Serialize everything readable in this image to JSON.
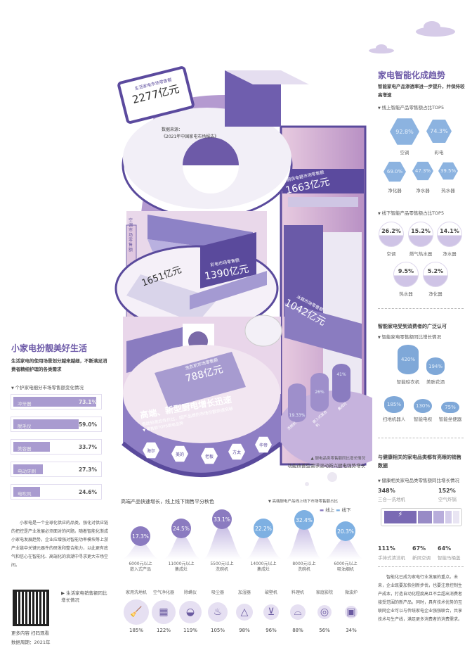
{
  "illustration": {
    "sign": {
      "label": "生活家电市场零售额",
      "value": "2277亿元"
    },
    "source": {
      "label": "数据来源：",
      "name": "《2021年中国家电市场报告》"
    },
    "ac": {
      "label": "空调市场零售额",
      "value": "1651亿元"
    },
    "tv": {
      "label": "彩电市场零售额",
      "value": "1390亿元"
    },
    "kitchen": {
      "label": "厨房电器市场零售额",
      "value": "1663亿元"
    },
    "fridge": {
      "label": "冰箱市场零售额",
      "value": "1042亿元"
    },
    "washer": {
      "label": "洗衣机市场零售额",
      "value": "788亿元"
    },
    "banner": {
      "title": "高端、新型厨电增长迅速",
      "subtitle": "借助较高的性价比，国产品牌的市场份额快速突破",
      "brands_title": "零售额TOP5厨电品牌",
      "brands": [
        "海尔",
        "美的",
        "老板",
        "方太",
        "华帝"
      ]
    },
    "kitchen_growth": {
      "items": [
        {
          "value": "19.33%",
          "label": "洗碗机"
        },
        {
          "value": "26%",
          "label": "嵌入式复合机"
        },
        {
          "value": "41%",
          "label": "集成灶"
        }
      ],
      "caption": "厨电品类零售额同比增长情况",
      "subcaption": "功能改善型需求驱动新兴厨电强势增长"
    }
  },
  "smart": {
    "title": "家电智能化成趋势",
    "subtitle": "智能家电产品渗透率进一步提升，并保持较高增速",
    "online_title": "线上智能产品零售额占比TOP5",
    "online": [
      {
        "value": "92.8%",
        "label": "空调"
      },
      {
        "value": "74.3%",
        "label": "彩电"
      },
      {
        "value": "69.0%",
        "label": "净化器"
      },
      {
        "value": "47.3%",
        "label": "净水器"
      },
      {
        "value": "39.5%",
        "label": "热水器"
      }
    ],
    "offline_title": "线下智能产品零售额占比TOP5",
    "offline": [
      {
        "value": "26.2%",
        "label": "空调"
      },
      {
        "value": "15.2%",
        "label": "燃气热水器"
      },
      {
        "value": "14.1%",
        "label": "净水器"
      },
      {
        "value": "9.5%",
        "label": "热水器"
      },
      {
        "value": "5.2%",
        "label": "净化器"
      }
    ],
    "recog_title": "智能家电受到消费者的广泛认可",
    "recog_sub": "智能家电零售额同比增长情况",
    "recog": [
      {
        "value": "420%",
        "label": "智能晾衣机"
      },
      {
        "value": "194%",
        "label": "美肤花洒"
      },
      {
        "value": "185%",
        "label": "扫地机器人"
      },
      {
        "value": "130%",
        "label": "智能电视"
      },
      {
        "value": "75%",
        "label": "智能坐便器"
      }
    ],
    "health_title": "与健康相关的家电品类都有亮眼的销售数据",
    "health_sub": "健康相关家电品类零售额同比增长情况",
    "health": [
      {
        "value": "348%",
        "label": "三合一洗地机"
      },
      {
        "value": "152%",
        "label": "空气炸锅"
      },
      {
        "value": "111%",
        "label": "手持式清洁机"
      },
      {
        "value": "67%",
        "label": "新风空调"
      },
      {
        "value": "64%",
        "label": "智能马桶盖"
      }
    ],
    "paragraph": "智能化已成为家电行业发展的重点。未来，企业既要加快创新步伐，也要注意控制生产成本，打造自动化程度高且不会超出消费者接受范围的新产品。同时，具有技术优势的互联网企业可以与传统家电企业强强联合，共享技术与生产线，满足更多消费者的消费需求。"
  },
  "small": {
    "title": "小家电扮靓美好生活",
    "subtitle": "生活家电的使用场景划分越来越细，不断满足消费者精细护理的各类需求",
    "chart_title": "个护家电细分市场零售额变化情况",
    "bars": [
      {
        "label": "冲牙器",
        "value": "73.1%",
        "pct": 73.1
      },
      {
        "label": "脱毛仪",
        "value": "59.0%",
        "pct": 59.0
      },
      {
        "label": "美容器",
        "value": "33.7%",
        "pct": 33.7
      },
      {
        "label": "电动牙刷",
        "value": "27.3%",
        "pct": 27.3
      },
      {
        "label": "电吹风",
        "value": "24.6%",
        "pct": 24.6
      }
    ],
    "paragraph": "小家电是一个全球化供应的品类，强化对供应链的把控是产业发展必须面对的问题。随着智能化渐成小家电发展趋势，企业应增强对智能功率模块等上游产业链中关键元器件的研发和整合能力，以此更有底气和信心在智能化、高端化的浪潮中寻求更大市场空间。",
    "qr_caption": "更多内容 扫码观看",
    "period": "数据周期：2021年",
    "note": "生活家电销售额同比增长情况"
  },
  "highend": {
    "title": "高端产品快速增长，线上线下销售平分秋色",
    "legend_title": "高端厨电产品线上线下市场零售额占比",
    "legend": {
      "online": "线上",
      "offline": "线下"
    },
    "items": [
      {
        "value": "17.3%",
        "cat": "6000元以上",
        "name": "嵌入式产品",
        "ch": "online"
      },
      {
        "value": "24.5%",
        "cat": "11000元以上",
        "name": "集成灶",
        "ch": "online"
      },
      {
        "value": "33.1%",
        "cat": "5500元以上",
        "name": "洗碗机",
        "ch": "online"
      },
      {
        "value": "22.2%",
        "cat": "14000元以上",
        "name": "集成灶",
        "ch": "offline"
      },
      {
        "value": "32.4%",
        "cat": "8000元以上",
        "name": "洗碗机",
        "ch": "offline"
      },
      {
        "value": "20.3%",
        "cat": "6000元以上",
        "name": "吸油烟机",
        "ch": "offline"
      }
    ],
    "colors": {
      "online": "#8b7bc0",
      "offline": "#7eb0e2"
    }
  },
  "living": {
    "items": [
      {
        "label": "家用洗地机",
        "value": "185%",
        "icon": "floor-washer-icon",
        "g": "🧹"
      },
      {
        "label": "空气净化器",
        "value": "122%",
        "icon": "air-purifier-icon",
        "g": "▦"
      },
      {
        "label": "除螨仪",
        "value": "119%",
        "icon": "mite-remover-icon",
        "g": "◒"
      },
      {
        "label": "吸尘器",
        "value": "105%",
        "icon": "vacuum-icon",
        "g": "♨"
      },
      {
        "label": "加湿器",
        "value": "98%",
        "icon": "humidifier-icon",
        "g": "△"
      },
      {
        "label": "破壁机",
        "value": "96%",
        "icon": "blender-icon",
        "g": "⊻"
      },
      {
        "label": "料理机",
        "value": "88%",
        "icon": "food-processor-icon",
        "g": "⌓"
      },
      {
        "label": "家庭影院",
        "value": "56%",
        "icon": "projector-icon",
        "g": "◎"
      },
      {
        "label": "微波炉",
        "value": "34%",
        "icon": "microwave-icon",
        "g": "▣"
      }
    ]
  }
}
